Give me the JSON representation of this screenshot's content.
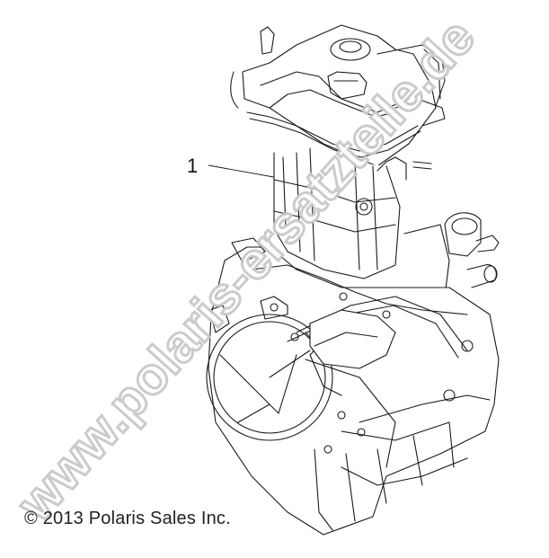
{
  "diagram": {
    "subject": "engine-assembly-exploded-view",
    "callouts": [
      {
        "number": "1"
      }
    ],
    "copyright": "© 2013 Polaris Sales Inc.",
    "watermark": "www.polaris-ersatzteile.de",
    "colors": {
      "background": "#ffffff",
      "line_art": "#1a1a1a",
      "watermark": "#c9c9c9"
    }
  }
}
